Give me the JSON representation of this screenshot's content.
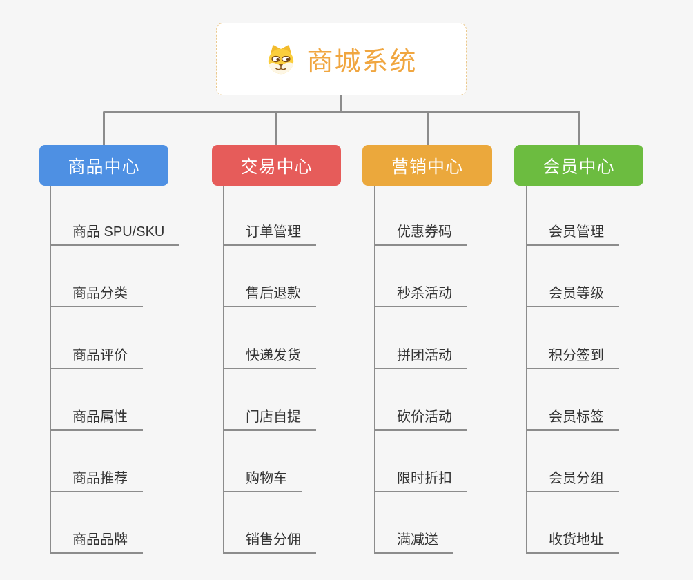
{
  "root": {
    "title": "商城系统",
    "icon": "dog-face-icon",
    "accent_color": "#F0A640",
    "border_color": "#EBC98E"
  },
  "branches": [
    {
      "label": "商品中心",
      "color": "#4E90E3",
      "items": [
        "商品 SPU/SKU",
        "商品分类",
        "商品评价",
        "商品属性",
        "商品推荐",
        "商品品牌"
      ]
    },
    {
      "label": "交易中心",
      "color": "#E65C5A",
      "items": [
        "订单管理",
        "售后退款",
        "快递发货",
        "门店自提",
        "购物车",
        "销售分佣"
      ]
    },
    {
      "label": "营销中心",
      "color": "#EBA83C",
      "items": [
        "优惠券码",
        "秒杀活动",
        "拼团活动",
        "砍价活动",
        "限时折扣",
        "满减送"
      ]
    },
    {
      "label": "会员中心",
      "color": "#6CBC40",
      "items": [
        "会员管理",
        "会员等级",
        "积分签到",
        "会员标签",
        "会员分组",
        "收货地址"
      ]
    }
  ],
  "connector_color": "#8C8C8C",
  "background_color": "#F6F6F6",
  "text_color": "#333333"
}
